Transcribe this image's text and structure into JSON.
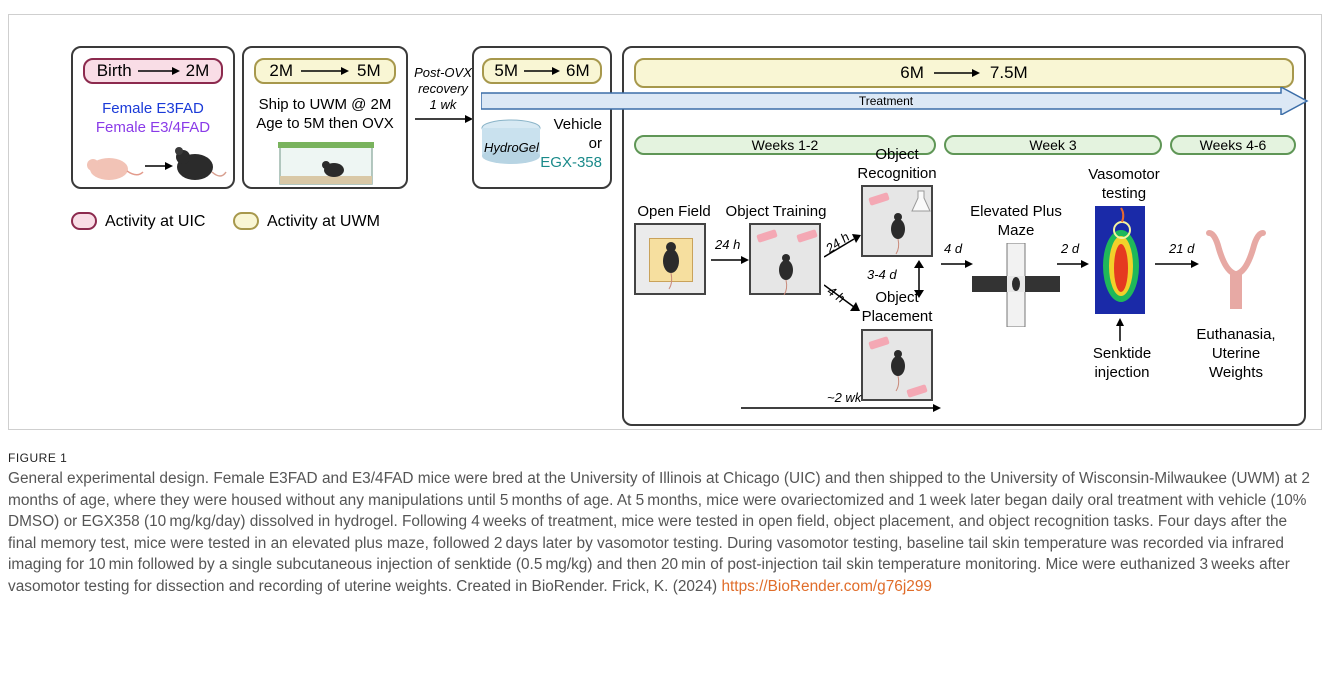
{
  "phase1": {
    "from": "Birth",
    "to": "2M",
    "line1": "Female E3FAD",
    "line2": "Female E3/4FAD"
  },
  "phase2": {
    "from": "2M",
    "to": "5M",
    "line1": "Ship to UWM @ 2M",
    "line2": "Age to 5M then OVX"
  },
  "recovery": {
    "line1": "Post-OVX",
    "line2": "recovery",
    "line3": "1 wk"
  },
  "phase3": {
    "from": "5M",
    "to": "6M",
    "hydrogel": "HydroGel",
    "vehicle": "Vehicle",
    "or": "or",
    "drug": "EGX-358"
  },
  "phase4": {
    "from": "6M",
    "to": "7.5M",
    "treatment": "Treatment"
  },
  "weeks": {
    "w12": "Weeks 1-2",
    "w3": "Week 3",
    "w46": "Weeks 4-6"
  },
  "legend": {
    "uic": "Activity at UIC",
    "uwm": "Activity at UWM"
  },
  "tests": {
    "open_field": "Open Field",
    "object_training": "Object Training",
    "object_recognition_1": "Object",
    "object_recognition_2": "Recognition",
    "object_placement_1": "Object",
    "object_placement_2": "Placement",
    "epm_1": "Elevated Plus",
    "epm_2": "Maze",
    "vaso_1": "Vasomotor",
    "vaso_2": "testing",
    "senk_1": "Senktide",
    "senk_2": "injection",
    "euth_1": "Euthanasia,",
    "euth_2": "Uterine",
    "euth_3": "Weights"
  },
  "intervals": {
    "a": "24 h",
    "b": "24 h",
    "c": "4 h",
    "d": "3-4 d",
    "e": "4 d",
    "f": "2 d",
    "g": "21 d",
    "h": "~2 wk"
  },
  "colors": {
    "uic_fill": "#f9dde6",
    "uic_border": "#8c2a4e",
    "uwm_fill": "#f9f6d4",
    "uwm_border": "#a7984c",
    "week_fill": "#e4f3df",
    "week_border": "#5f9656",
    "treatment": "#dce8f5",
    "e3fad": "#1b3bd8",
    "e34fad": "#8a3be8",
    "egx": "#1a8a8a",
    "link": "#e06d2a"
  },
  "caption": {
    "label": "FIGURE 1",
    "text": "General experimental design. Female E3FAD and E3/4FAD mice were bred at the University of Illinois at Chicago (UIC) and then shipped to the University of Wisconsin-Milwaukee (UWM) at 2 months of age, where they were housed without any manipulations until 5 months of age. At 5 months, mice were ovariectomized and 1 week later began daily oral treatment with vehicle (10% DMSO) or EGX358 (10 mg/kg/day) dissolved in hydrogel. Following 4 weeks of treatment, mice were tested in open field, object placement, and object recognition tasks. Four days after the final memory test, mice were tested in an elevated plus maze, followed 2 days later by vasomotor testing. During vasomotor testing, baseline tail skin temperature was recorded via infrared imaging for 10 min followed by a single subcutaneous injection of senktide (0.5 mg/kg) and then 20 min of post-injection tail skin temperature monitoring. Mice were euthanized 3 weeks after vasomotor testing for dissection and recording of uterine weights. Created in BioRender. Frick, K. (2024) ",
    "link": "https://BioRender.com/g76j299"
  }
}
